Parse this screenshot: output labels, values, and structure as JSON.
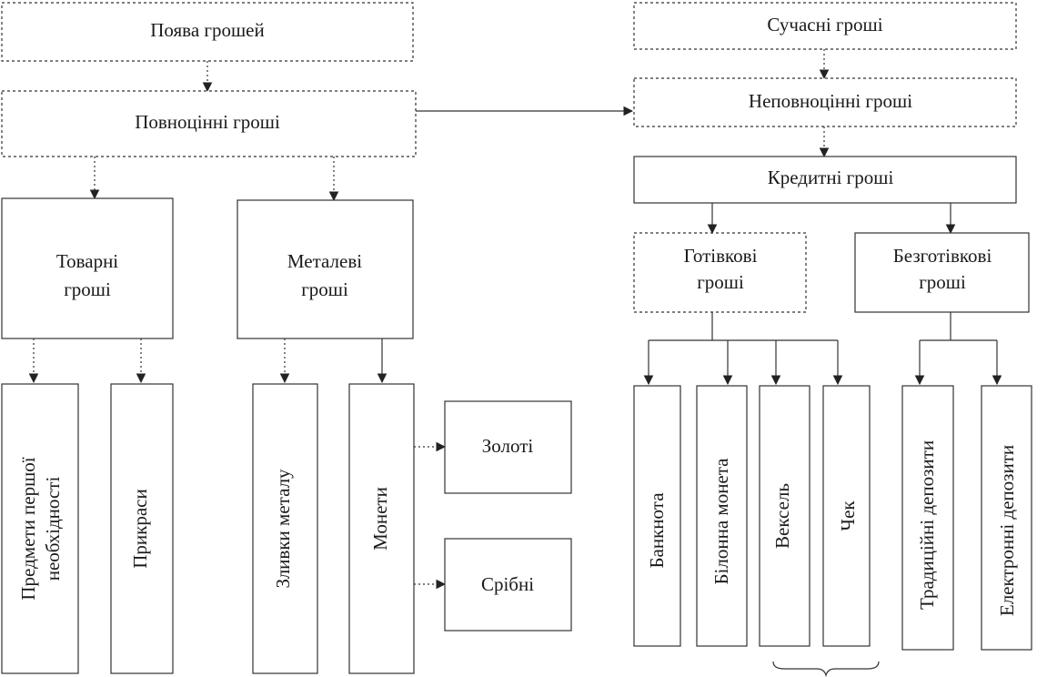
{
  "nodes": {
    "poyava": "Поява грошей",
    "povnotsinni": "Повноцінні гроші",
    "tovarni_1": "Товарні",
    "tovarni_2": "гроші",
    "metalevi_1": "Металеві",
    "metalevi_2": "гроші",
    "predmety_1": "Предмети першої",
    "predmety_2": "необхідності",
    "prykrasy": "Прикраси",
    "zlyvky": "Зливки металу",
    "monety": "Монети",
    "zoloti": "Золоті",
    "sribni": "Срібні",
    "suchasni": "Сучасні гроші",
    "nepovnotsinni": "Неповноцінні гроші",
    "kredytni": "Кредитні гроші",
    "gotivkovi_1": "Готівкові",
    "gotivkovi_2": "гроші",
    "bezgotivkovi_1": "Безготівкові",
    "bezgotivkovi_2": "гроші",
    "banknota": "Банкнота",
    "bilonna": "Білонна монета",
    "veksel": "Вексель",
    "chek": "Чек",
    "tradytsiini": "Традиційні депозити",
    "elektronni": "Електронні депозити"
  }
}
